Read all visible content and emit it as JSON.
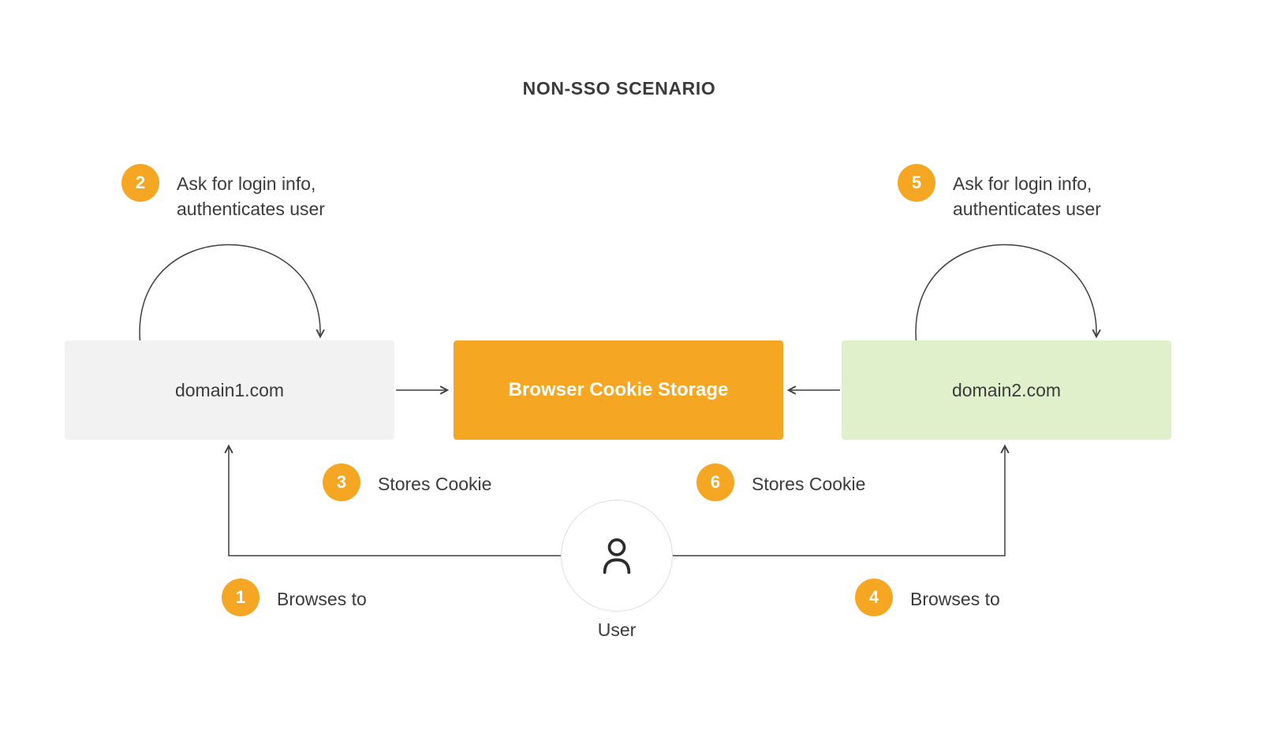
{
  "title": "NON-SSO SCENARIO",
  "colors": {
    "orange": "#F5A623",
    "gray_box": "#F2F2F2",
    "green_box": "#DFF0CB",
    "line": "#3F3F3F",
    "text": "#3B3B3B"
  },
  "nodes": {
    "domain1": {
      "label": "domain1.com"
    },
    "storage": {
      "label": "Browser Cookie Storage"
    },
    "domain2": {
      "label": "domain2.com"
    },
    "user": {
      "label": "User",
      "icon": "person-icon"
    }
  },
  "steps": [
    {
      "num": "1",
      "label": "Browses to"
    },
    {
      "num": "2",
      "label": "Ask for login info,\nauthenticates user"
    },
    {
      "num": "3",
      "label": "Stores Cookie"
    },
    {
      "num": "4",
      "label": "Browses to"
    },
    {
      "num": "5",
      "label": "Ask for login info,\nauthenticates user"
    },
    {
      "num": "6",
      "label": "Stores Cookie"
    }
  ],
  "connections": [
    {
      "from": "domain1",
      "to": "domain1",
      "type": "self-loop"
    },
    {
      "from": "domain1",
      "to": "storage",
      "type": "arrow"
    },
    {
      "from": "domain2",
      "to": "storage",
      "type": "arrow"
    },
    {
      "from": "domain2",
      "to": "domain2",
      "type": "self-loop"
    },
    {
      "from": "user",
      "to": "domain1",
      "type": "arrow"
    },
    {
      "from": "user",
      "to": "domain2",
      "type": "arrow"
    }
  ]
}
